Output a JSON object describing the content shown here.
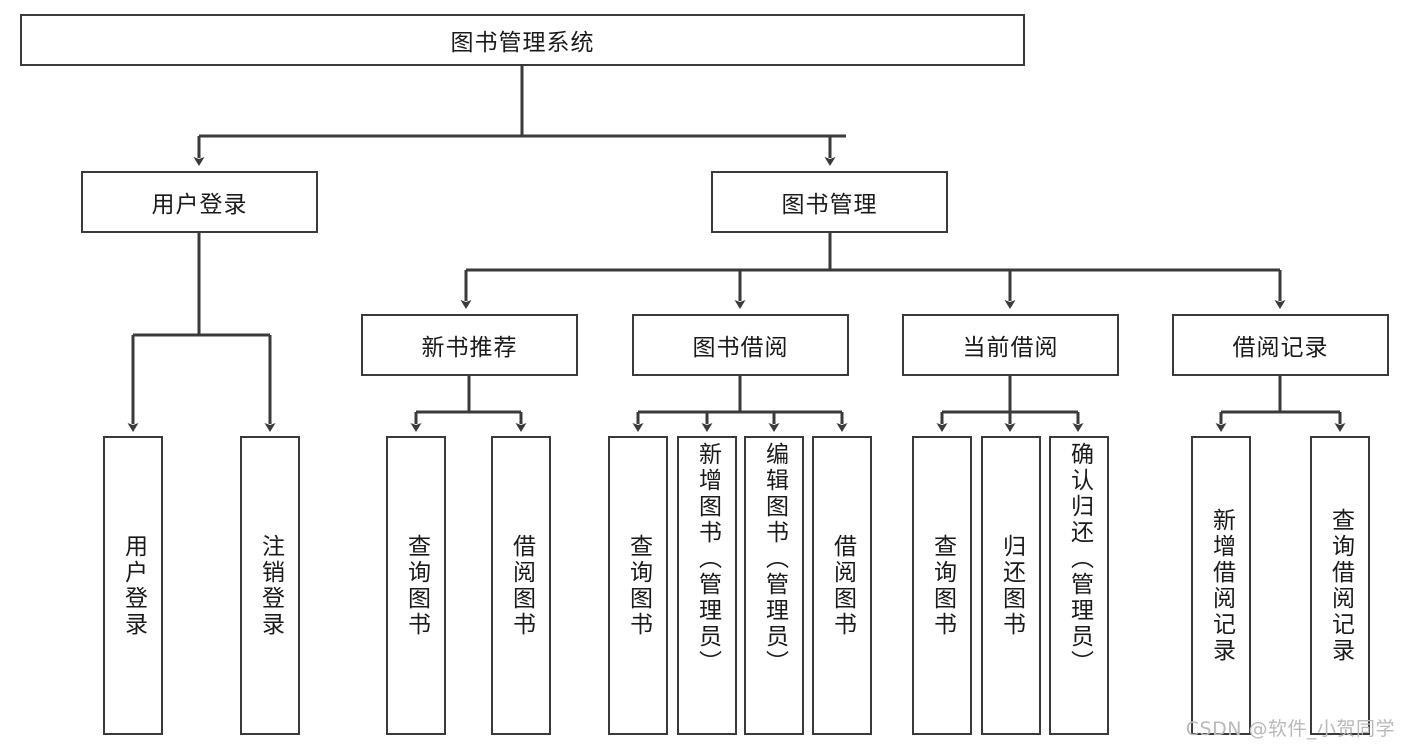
{
  "diagram": {
    "title": "图书管理系统",
    "type": "hierarchy-tree",
    "root": {
      "id": "root",
      "label": "图书管理系统"
    },
    "level2": [
      {
        "id": "user-login",
        "label": "用户登录"
      },
      {
        "id": "book-manage",
        "label": "图书管理"
      }
    ],
    "level3": [
      {
        "id": "new-book-rec",
        "label": "新书推荐",
        "parent": "book-manage"
      },
      {
        "id": "book-borrow",
        "label": "图书借阅",
        "parent": "book-manage"
      },
      {
        "id": "current-borrow",
        "label": "当前借阅",
        "parent": "book-manage"
      },
      {
        "id": "borrow-record",
        "label": "借阅记录",
        "parent": "book-manage"
      }
    ],
    "leaves": {
      "user_login": [
        {
          "id": "leaf-user-login",
          "label": "用户登录"
        },
        {
          "id": "leaf-logout",
          "label": "注销登录"
        }
      ],
      "new_book_rec": [
        {
          "id": "leaf-query-book-1",
          "label": "查询图书"
        },
        {
          "id": "leaf-borrow-book-1",
          "label": "借阅图书"
        }
      ],
      "book_borrow": [
        {
          "id": "leaf-query-book-2",
          "label": "查询图书"
        },
        {
          "id": "leaf-add-book",
          "label": "新增图书（管理员）"
        },
        {
          "id": "leaf-edit-book",
          "label": "编辑图书（管理员）"
        },
        {
          "id": "leaf-borrow-book-2",
          "label": "借阅图书"
        }
      ],
      "current_borrow": [
        {
          "id": "leaf-query-book-3",
          "label": "查询图书"
        },
        {
          "id": "leaf-return-book",
          "label": "归还图书"
        },
        {
          "id": "leaf-confirm-return",
          "label": "确认归还（管理员）"
        }
      ],
      "borrow_record": [
        {
          "id": "leaf-add-record",
          "label": "新增借阅记录"
        },
        {
          "id": "leaf-query-record",
          "label": "查询借阅记录"
        }
      ]
    },
    "watermark": "CSDN @软件_小贺同学",
    "colors": {
      "stroke": "#3a3a3a",
      "fill": "#ffffff",
      "text": "#1a1a1a",
      "watermark": "#b9b9b9"
    }
  }
}
